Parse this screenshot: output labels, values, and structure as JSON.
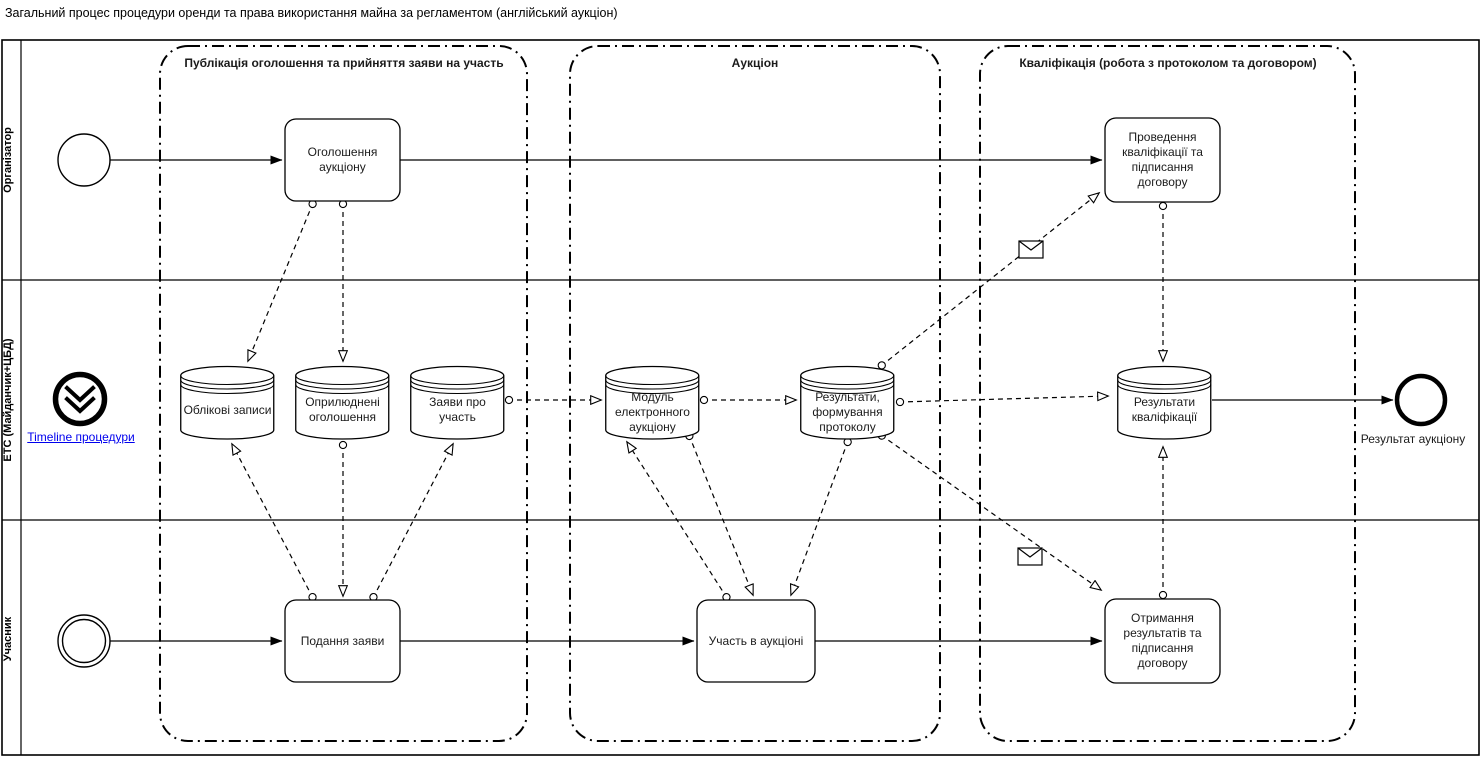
{
  "title": "Загальний процес процедури оренди та права використання майна за регламентом (англійський аукціон)",
  "lanes": [
    {
      "label": "Організатор"
    },
    {
      "label": "ЕТС (Майданчик+ЦБД)"
    },
    {
      "label": "Учасник"
    }
  ],
  "groups": [
    {
      "label": "Публікація оголошення та прийняття заяви на участь"
    },
    {
      "label": "Аукціон"
    },
    {
      "label": "Кваліфікація (робота з протоколом та договором)"
    }
  ],
  "tasks": {
    "announce": "Оголошення аукціону",
    "qualify": "Проведення кваліфікації та підписання договору",
    "apply": "Подання заяви",
    "participate": "Участь в аукціоні",
    "receive": "Отримання результатів та підписання договору"
  },
  "datastores": {
    "accounts": "Облікові записи",
    "published": "Оприлюднені оголошення",
    "applications": "Заяви про участь",
    "auction_module": "Модуль електронного аукціону",
    "results_protocol": "Результати, формування протоколу",
    "qualification_results": "Результати кваліфікації"
  },
  "links": {
    "timeline": "Timeline процедури"
  },
  "events": {
    "end_label": "Результат аукціону"
  },
  "icons": [
    "double-chevron-down-icon",
    "message-envelope-icon"
  ],
  "colors": {
    "line": "#000000",
    "background": "#ffffff",
    "link": "#0000EE"
  }
}
